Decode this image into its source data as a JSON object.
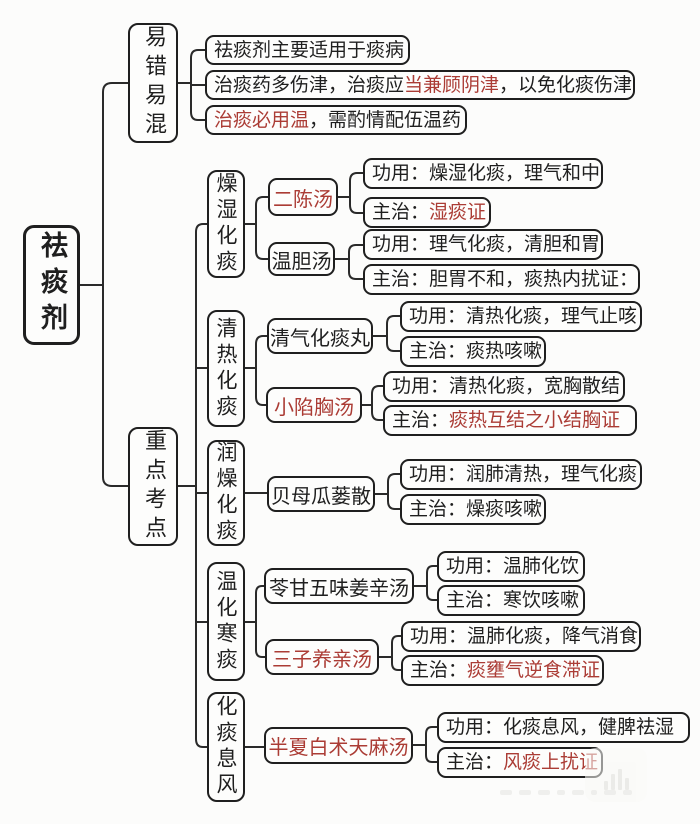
{
  "palette": {
    "ink": "#1f1f1f",
    "red": "#ab3c35",
    "bg": "#fcfcfb"
  },
  "root": {
    "label": "祛痰剂"
  },
  "labels": {
    "gongyong": "功用：",
    "zhuzhi": "主治："
  },
  "branch_misc": {
    "label": "易错易混",
    "notes": [
      {
        "pre": "祛痰剂主要适用于痰病"
      },
      {
        "pre": "治痰药多伤津，治痰应",
        "red": "当兼顾阴津",
        "post": "，以免化痰伤津"
      },
      {
        "red": "治痰必用温",
        "post": "，需酌情配伍温药"
      }
    ]
  },
  "key_points": {
    "label": "重点考点",
    "categories": [
      {
        "label": "燥湿化痰",
        "formulas": [
          {
            "name": "二陈汤",
            "highlight": true,
            "gongyong": "燥湿化痰，理气和中",
            "zhuzhi": "湿痰证",
            "zhuzhi_red": true
          },
          {
            "name": "温胆汤",
            "highlight": false,
            "gongyong": "理气化痰，清胆和胃",
            "zhuzhi": "胆胃不和，痰热内扰证：",
            "zhuzhi_red": false
          }
        ]
      },
      {
        "label": "清热化痰",
        "formulas": [
          {
            "name": "清气化痰丸",
            "highlight": false,
            "gongyong": "清热化痰，理气止咳",
            "zhuzhi": "痰热咳嗽",
            "zhuzhi_red": false
          },
          {
            "name": "小陷胸汤",
            "highlight": true,
            "gongyong": "清热化痰，宽胸散结",
            "zhuzhi": "痰热互结之小结胸证",
            "zhuzhi_red": true
          }
        ]
      },
      {
        "label": "润燥化痰",
        "formulas": [
          {
            "name": "贝母瓜蒌散",
            "highlight": false,
            "gongyong": "润肺清热，理气化痰",
            "zhuzhi": "燥痰咳嗽",
            "zhuzhi_red": false
          }
        ]
      },
      {
        "label": "温化寒痰",
        "formulas": [
          {
            "name": "苓甘五味姜辛汤",
            "highlight": false,
            "gongyong": "温肺化饮",
            "zhuzhi": "寒饮咳嗽",
            "zhuzhi_red": false
          },
          {
            "name": "三子养亲汤",
            "highlight": true,
            "gongyong": "温肺化痰，降气消食",
            "zhuzhi": "痰壅气逆食滞证",
            "zhuzhi_red": true
          }
        ]
      },
      {
        "label": "化痰息风",
        "formulas": [
          {
            "name": "半夏白术天麻汤",
            "highlight": true,
            "gongyong": "化痰息风，健脾祛湿",
            "zhuzhi": "风痰上扰证",
            "zhuzhi_red": true
          }
        ]
      }
    ]
  }
}
